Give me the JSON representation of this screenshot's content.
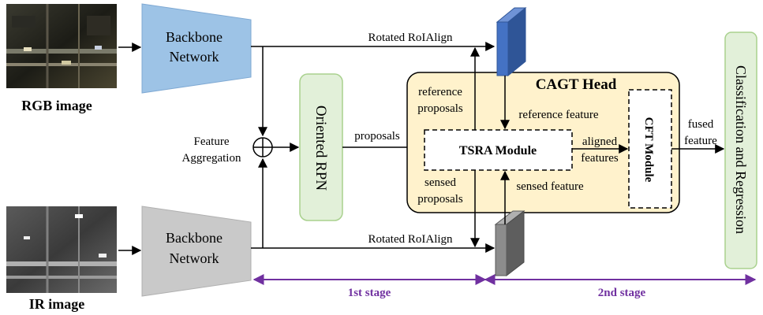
{
  "inputs": {
    "rgb_caption": "RGB image",
    "ir_caption": "IR image"
  },
  "backbone": {
    "rgb_line1": "Backbone",
    "rgb_line2": "Network",
    "ir_line1": "Backbone",
    "ir_line2": "Network"
  },
  "aggregation": {
    "line1": "Feature",
    "line2": "Aggregation"
  },
  "rpn": {
    "label": "Oriented RPN"
  },
  "edges": {
    "roialign_top": "Rotated RoIAlign",
    "roialign_bottom": "Rotated RoIAlign",
    "proposals": "proposals",
    "reference_proposals_1": "reference",
    "reference_proposals_2": "proposals",
    "sensed_proposals_1": "sensed",
    "sensed_proposals_2": "proposals",
    "reference_feature": "reference feature",
    "sensed_feature": "sensed feature",
    "aligned_1": "aligned",
    "aligned_2": "features",
    "fused_1": "fused",
    "fused_2": "feature"
  },
  "head": {
    "title": "CAGT Head",
    "tsra": "TSRA Module",
    "cft": "CFT Module"
  },
  "output": {
    "label": "Classification and Regression"
  },
  "stages": {
    "first": "1st stage",
    "second": "2nd stage"
  },
  "colors": {
    "rgb_trapezoid": "#9dc3e6",
    "ir_trapezoid": "#c9c9c9",
    "rpn_fill": "#e2f0d9",
    "rpn_stroke": "#a9d18e",
    "head_fill": "#fff2cc",
    "feature_blue": "#4472c4",
    "feature_gray": "#8c8c8c",
    "stage_purple": "#7030a0"
  }
}
